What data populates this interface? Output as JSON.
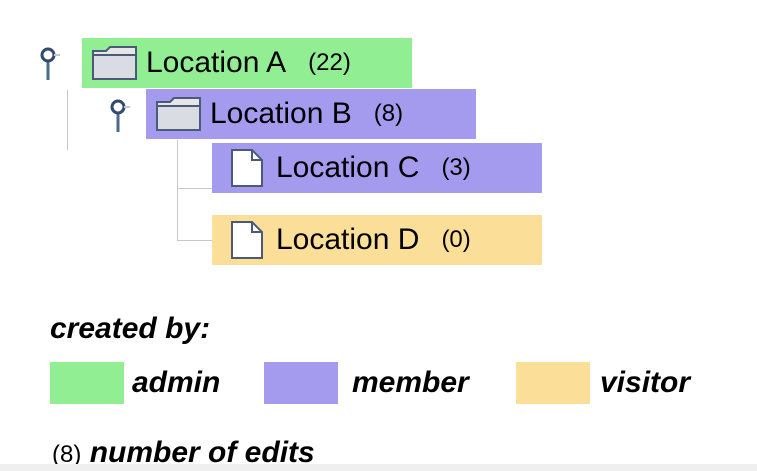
{
  "colors": {
    "admin": "#92ee92",
    "member": "#a59bee",
    "visitor": "#fbdf98",
    "tree_line": "#c8c8c8"
  },
  "tree": {
    "nodes": [
      {
        "label": "Location A",
        "count": "(22)",
        "icon": "folder-icon",
        "role": "admin",
        "expanded": true
      },
      {
        "label": "Location B",
        "count": "(8)",
        "icon": "folder-icon",
        "role": "member",
        "expanded": true
      },
      {
        "label": "Location C",
        "count": "(3)",
        "icon": "file-icon",
        "role": "member"
      },
      {
        "label": "Location D",
        "count": "(0)",
        "icon": "file-icon",
        "role": "visitor"
      }
    ]
  },
  "legend": {
    "title": "created by:",
    "items": [
      {
        "label": "admin",
        "role": "admin"
      },
      {
        "label": "member",
        "role": "member"
      },
      {
        "label": "visitor",
        "role": "visitor"
      }
    ],
    "footnote_paren": "(8)",
    "footnote_text": "number of edits"
  }
}
